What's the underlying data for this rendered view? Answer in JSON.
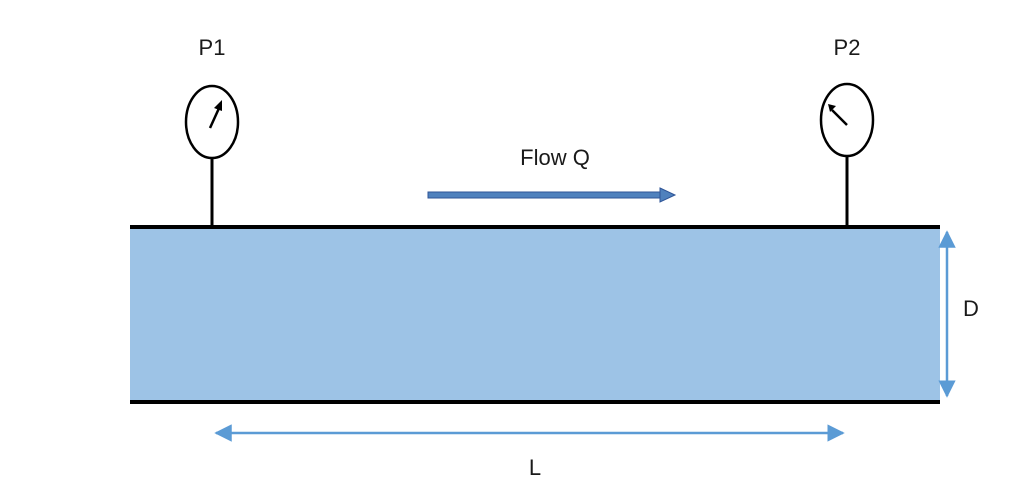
{
  "labels": {
    "gauge1": "P1",
    "gauge2": "P2",
    "flow": "Flow Q",
    "diameter": "D",
    "length": "L"
  },
  "colors": {
    "pipe_fill": "#9DC3E6",
    "arrow_blue": "#5B9BD5",
    "flow_arrow_fill": "#4F81BD",
    "flow_arrow_stroke": "#2F5597",
    "wall": "#000000"
  }
}
